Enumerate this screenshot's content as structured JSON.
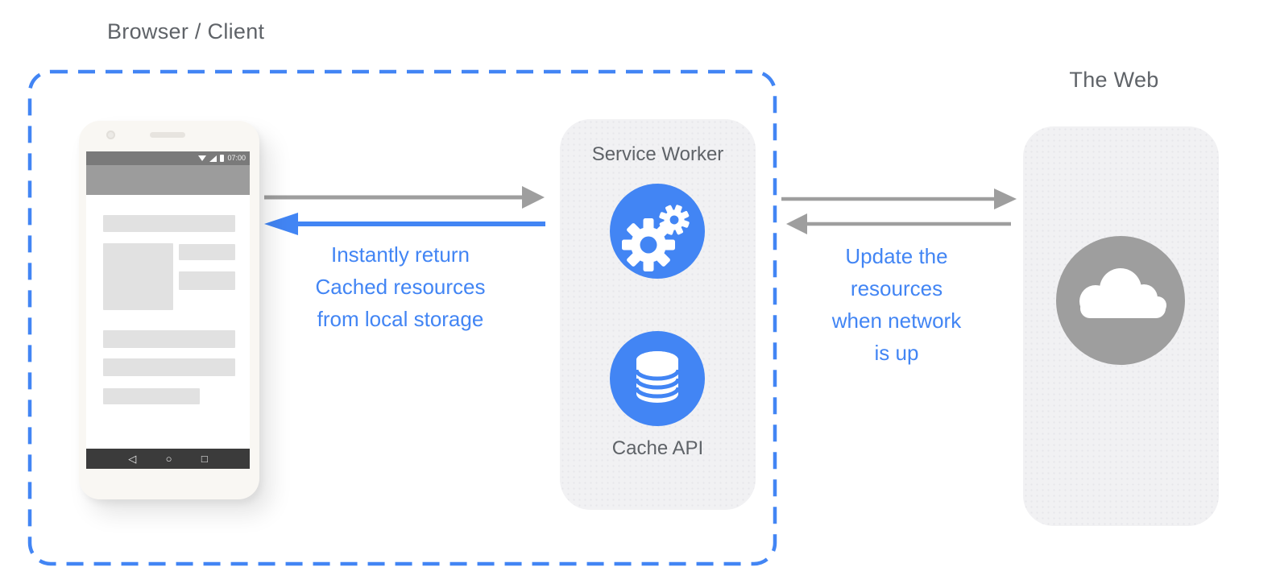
{
  "colors": {
    "blue": "#4285f4",
    "arrow_gray": "#9e9e9e",
    "title_gray": "#5f6368",
    "card_bg": "#f1f1f3",
    "card_dot": "#e6e6ea",
    "web_circle_gray": "#9e9e9e",
    "phone_body": "#f9f7f3",
    "block_gray": "#e1e1e1",
    "status_bar": "#7a7a7a",
    "app_bar": "#9c9c9c",
    "nav_bar": "#3b3b3b"
  },
  "labels": {
    "browser_client": "Browser / Client",
    "the_web": "The Web",
    "service_worker": "Service Worker",
    "cache_api": "Cache API"
  },
  "captions": {
    "cache_flow": [
      "Instantly return",
      "Cached resources",
      "from local storage"
    ],
    "network_flow": [
      "Update the",
      "resources",
      "when network",
      "is up"
    ]
  },
  "phone": {
    "status_time": "07:00",
    "nav": {
      "back": "◁",
      "home": "○",
      "recents": "□"
    }
  }
}
